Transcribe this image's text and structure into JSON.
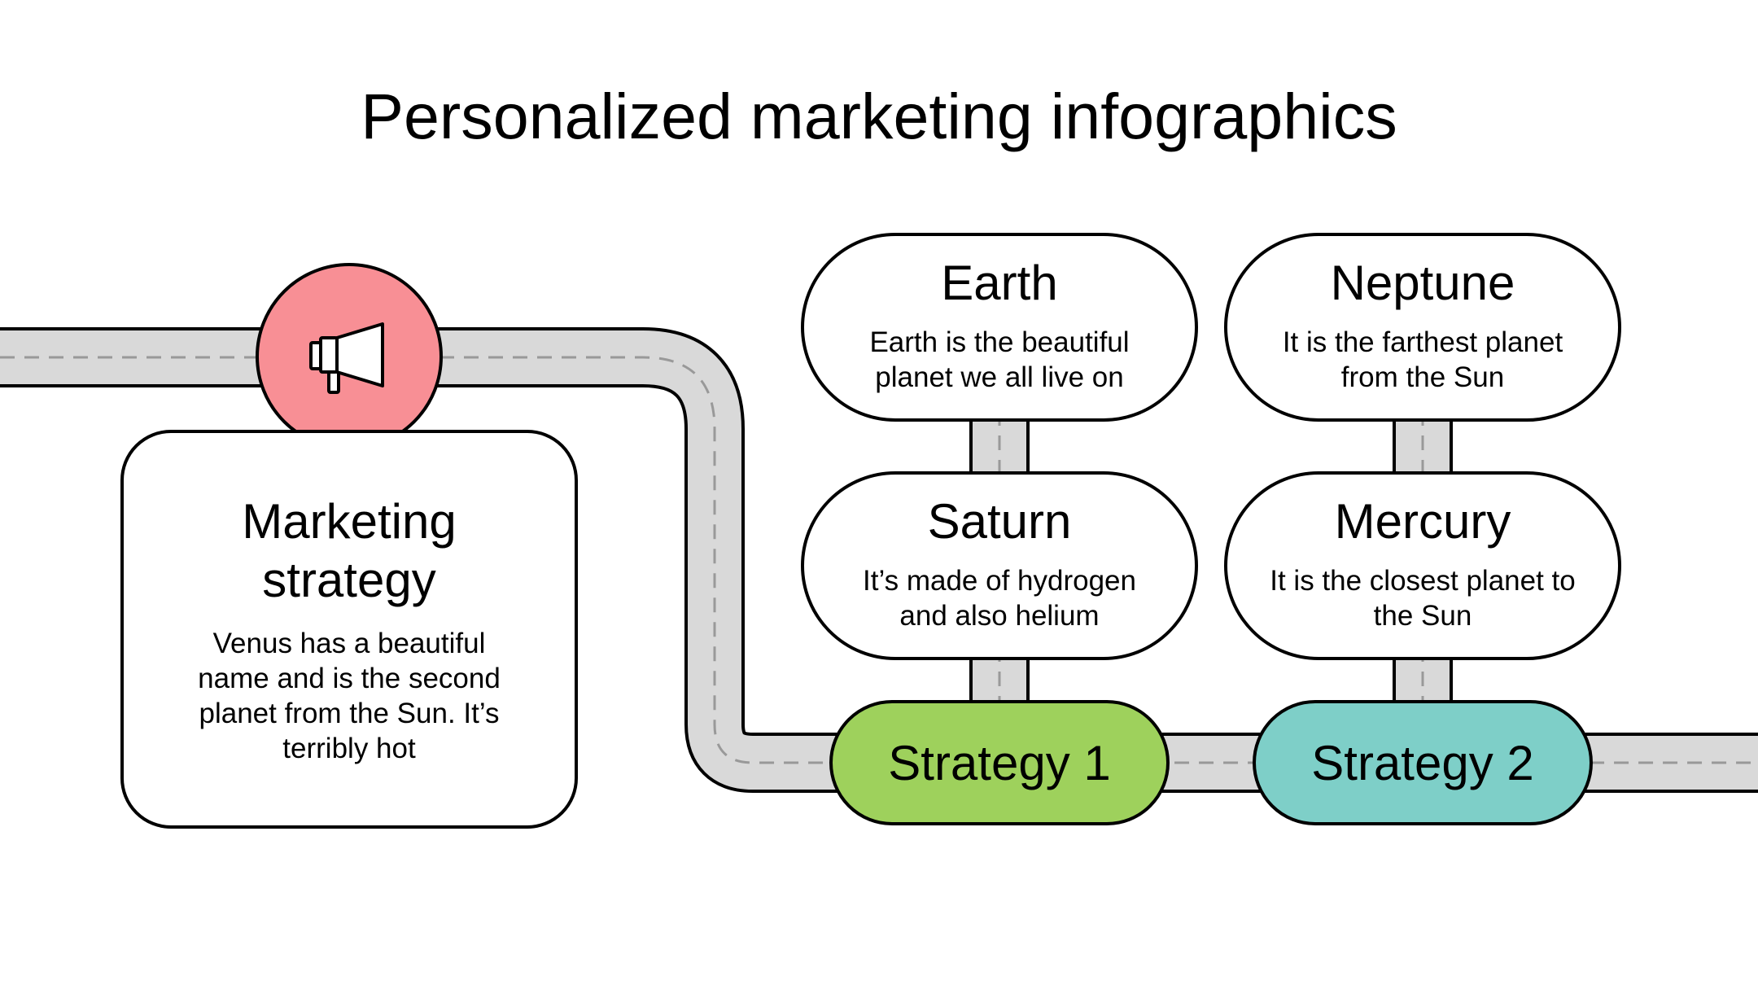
{
  "title": "Personalized marketing infographics",
  "colors": {
    "road": "#d9d9d9",
    "outline": "#000000",
    "dash": "#999999",
    "icon_circle": "#f88f95",
    "strategy_1": "#9ed15c",
    "strategy_2": "#7ecfc8"
  },
  "marketing": {
    "icon": "megaphone-icon",
    "title": "Marketing strategy",
    "text": "Venus has a beautiful name and is the second planet from the Sun. It’s terribly hot"
  },
  "cards": [
    {
      "title": "Earth",
      "text": "Earth is the beautiful planet we all live on"
    },
    {
      "title": "Neptune",
      "text": "It is the farthest planet from the Sun"
    },
    {
      "title": "Saturn",
      "text": "It’s made of hydrogen and also helium"
    },
    {
      "title": "Mercury",
      "text": "It is the closest planet to the Sun"
    }
  ],
  "strategies": [
    {
      "label": "Strategy 1"
    },
    {
      "label": "Strategy 2"
    }
  ]
}
